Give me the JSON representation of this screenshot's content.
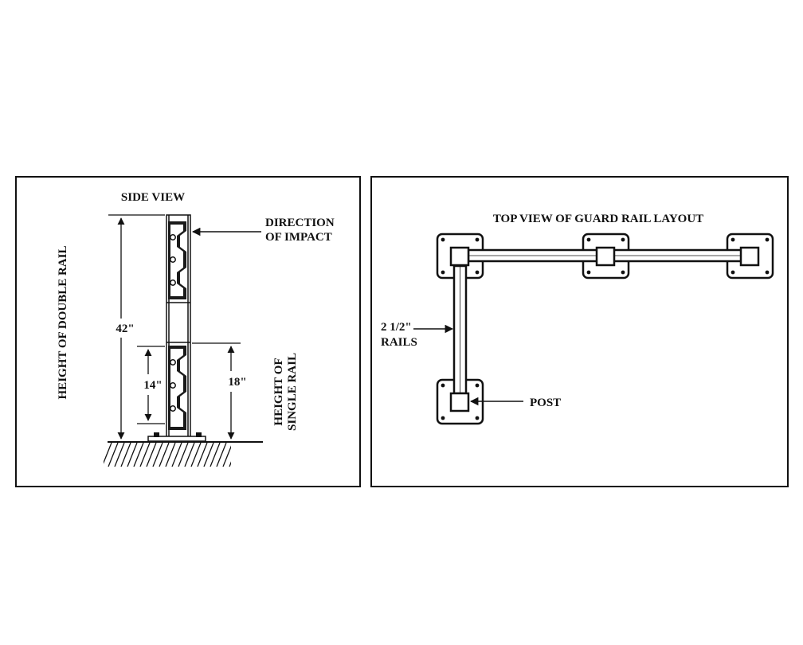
{
  "side_view": {
    "title": "SIDE VIEW",
    "impact_line1": "DIRECTION",
    "impact_line2": "OF IMPACT",
    "double_rail_label": "HEIGHT OF DOUBLE RAIL",
    "dim_42": "42\"",
    "dim_14": "14\"",
    "dim_18": "18\"",
    "single_rail_line1": "HEIGHT OF",
    "single_rail_line2": "SINGLE RAIL"
  },
  "top_view": {
    "title": "TOP VIEW OF GUARD RAIL LAYOUT",
    "rails_line1": "2 1/2\"",
    "rails_line2": "RAILS",
    "post_label": "POST"
  }
}
